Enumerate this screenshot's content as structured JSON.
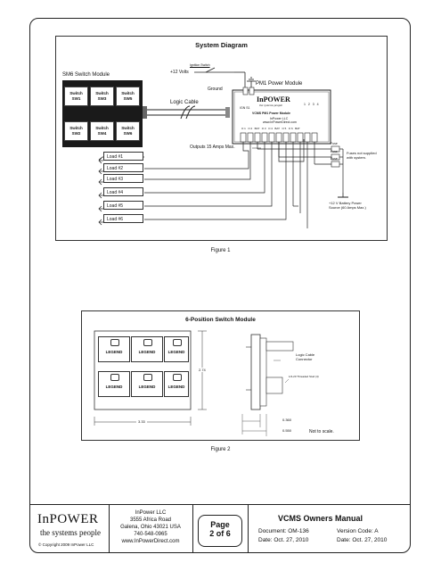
{
  "figure1": {
    "title": "System Diagram",
    "caption": "Figure 1",
    "switch_module_label": "SM6 Switch Module",
    "switches": [
      {
        "line1": "Switch",
        "line2": "SW1"
      },
      {
        "line1": "Switch",
        "line2": "SW3"
      },
      {
        "line1": "Switch",
        "line2": "SW5"
      },
      {
        "line1": "Switch",
        "line2": "SW2"
      },
      {
        "line1": "Switch",
        "line2": "SW4"
      },
      {
        "line1": "Switch",
        "line2": "SW6"
      }
    ],
    "ignition_label": "Ignition Switch",
    "volts_label": "+12 Volts",
    "ground_label": "Ground",
    "logic_cable_label": "Logic Cable",
    "power_module_label": "PM1 Power Module",
    "pm_brand": "InPOWER",
    "pm_tagline": "the systems people",
    "pm_title": "VCMS PM1 Power Module",
    "pm_company": "InPower LLC",
    "pm_site": "www.InPowerDirect.com",
    "pm_terminals_top": "IGN  S1",
    "pm_terminals_fuse": "1   2   3   4",
    "pm_terminals_bottom": "O 1   O 2   BAT   O 3   O 4   BAT   O 5   O 6   BAT",
    "outputs_label": "Outputs 15 Amps Max.",
    "loads": [
      "Load #1",
      "Load #2",
      "Load #3",
      "Load #4",
      "Load #5",
      "Load #6"
    ],
    "fuse_label": "Fuse",
    "fuses_note": "Fuses not supplied with system.",
    "battery_note": "+12 V Battery Power Source (60 Amps Max.)"
  },
  "figure2": {
    "title": "6-Position Switch Module",
    "caption": "Figure 2",
    "buttons": [
      "LEGEND",
      "LEGEND",
      "LEGEND",
      "LEGEND",
      "LEGEND",
      "LEGEND"
    ],
    "width_dim": "3.33",
    "height_dim": "2.74",
    "connector_label": "Logic Cable Connector",
    "stud_label": "1/4-20 Threaded Stud (4)",
    "dim_a": "0.360",
    "dim_b": "0.550",
    "scale_note": "Not to scale."
  },
  "footer": {
    "brand": "InPOWER",
    "tagline": "the systems people",
    "copyright": "© Copyright 2009 InPower LLC",
    "company": "InPower LLC",
    "address1": "3555 Africa Road",
    "address2": "Galena, Ohio 43021 USA",
    "phone": "740-548-0965",
    "website": "www.InPowerDirect.com",
    "page_label": "Page",
    "page_num": "2 of 6",
    "manual_title": "VCMS Owners Manual",
    "document": "Document:  OM-136",
    "version": "Version Code: A",
    "date1": "Date: Oct. 27, 2010",
    "date2": "Date: Oct. 27, 2010"
  }
}
